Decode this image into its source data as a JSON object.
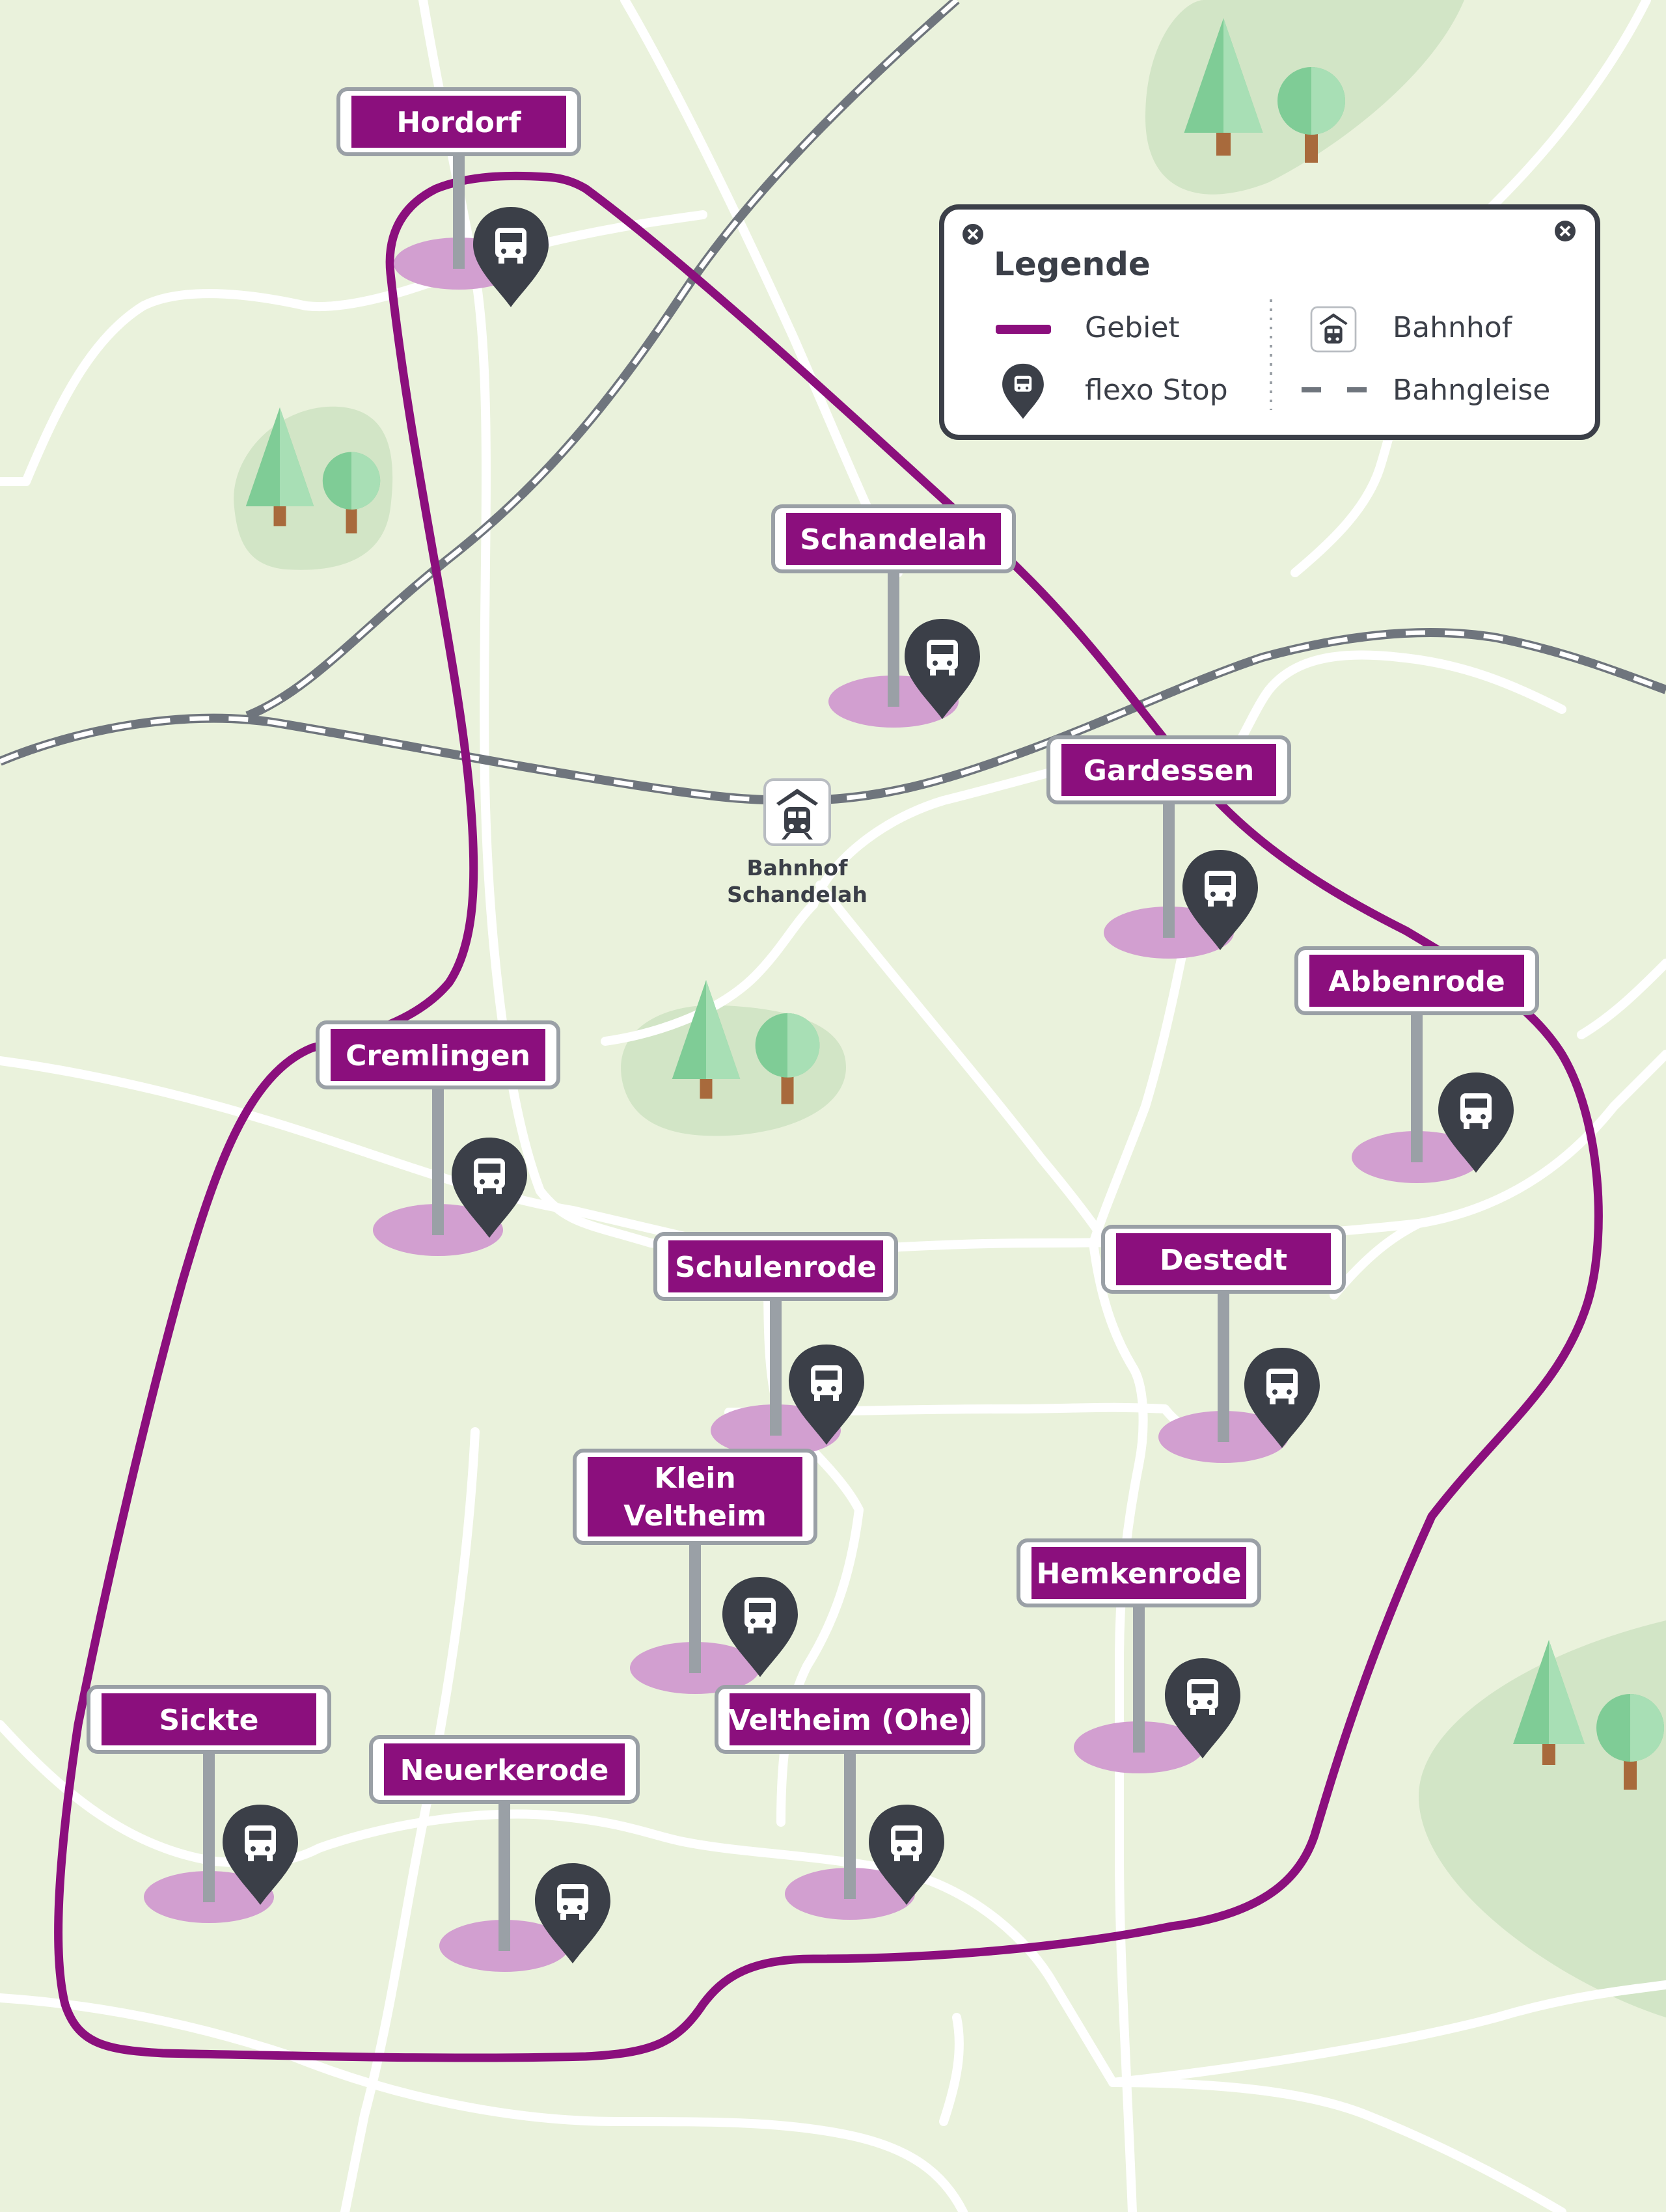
{
  "map": {
    "background": "#eaf2dc",
    "road_color": "#ffffff",
    "area_color": "#8b0f7d",
    "sign_color": "#8b0f7d",
    "stop_color": "#3b3f48",
    "halo_color": "#d29fd0",
    "forest_color": "#d2e5c6"
  },
  "legend": {
    "title": "Legende",
    "items": [
      {
        "label": "Gebiet",
        "icon": "area-line-icon"
      },
      {
        "label": "flexo Stop",
        "icon": "stop-pin-icon"
      },
      {
        "label": "Bahnhof",
        "icon": "train-station-icon"
      },
      {
        "label": "Bahngleise",
        "icon": "railway-line-icon"
      }
    ]
  },
  "station": {
    "line1": "Bahnhof",
    "line2": "Schandelah",
    "icon": "train-station-icon"
  },
  "places": [
    {
      "id": "hordorf",
      "lines": [
        "Hordorf"
      ]
    },
    {
      "id": "schandelah",
      "lines": [
        "Schandelah"
      ]
    },
    {
      "id": "gardessen",
      "lines": [
        "Gardessen"
      ]
    },
    {
      "id": "abbenrode",
      "lines": [
        "Abbenrode"
      ]
    },
    {
      "id": "cremlingen",
      "lines": [
        "Cremlingen"
      ]
    },
    {
      "id": "schulenrode",
      "lines": [
        "Schulenrode"
      ]
    },
    {
      "id": "destedt",
      "lines": [
        "Destedt"
      ]
    },
    {
      "id": "klein-veltheim",
      "lines": [
        "Klein",
        "Veltheim"
      ]
    },
    {
      "id": "hemkenrode",
      "lines": [
        "Hemkenrode"
      ]
    },
    {
      "id": "sickte",
      "lines": [
        "Sickte"
      ]
    },
    {
      "id": "neuerkerode",
      "lines": [
        "Neuerkerode"
      ]
    },
    {
      "id": "veltheim-ohe",
      "lines": [
        "Veltheim (Ohe)"
      ]
    }
  ]
}
